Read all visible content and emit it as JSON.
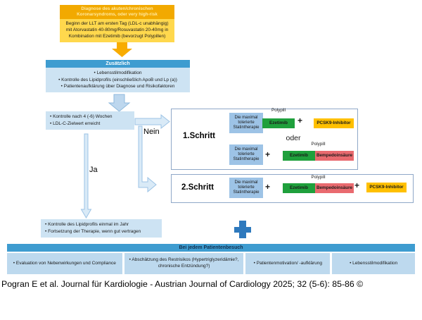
{
  "colors": {
    "orange_header": "#F2A900",
    "yellow_body": "#FFD84D",
    "blue_header": "#3E9CD0",
    "light_blue_body": "#CDE3F3",
    "cell_blue": "#BDD9EE",
    "statin_blue": "#9DC3E6",
    "ezetimib_green": "#1FA03C",
    "bempedo_salmon": "#E96A6F",
    "pcsk9_gold": "#FFC000",
    "plus_cross_blue": "#2E79BD"
  },
  "flow": {
    "top_box": {
      "header": "Diagnose des akuten/chronischen Koronarsyndroms, oder very high-risk",
      "body": "Beginn der LLT am ersten Tag (LDL-c unabhängig) mit Atorvastatin 40-80mg/Rosuvastatin 20-40mg in Kombination mit Ezetimib (bevorzugt Polypillen)"
    },
    "zusatzlich": {
      "header": "Zusätzlich",
      "items": [
        "Lebensstilmodifikation",
        "Kontrolle des Lipidprofils (einschließlich ApoB und Lp (a))",
        "Patientenaufklärung über Diagnose und Risikofaktoren"
      ]
    },
    "kontrolle": {
      "items": [
        "Kontrolle nach 4 (-6) Wochen",
        "LDL-C-Zielwert erreicht"
      ]
    },
    "labels": {
      "nein": "Nein",
      "ja": "Ja",
      "oder": "oder",
      "plus": "+",
      "polypill": "Polypill"
    },
    "steps": {
      "step1": "1.Schritt",
      "step2": "2.Schritt"
    },
    "drugs": {
      "statin": "Die maximal tolerierte Statintherapie",
      "ezetimib": "Ezetimib",
      "bempedoinsaeure": "Bempedoinsäure",
      "pcsk9": "PCSK9-Inhibitor"
    },
    "jahr": {
      "items": [
        "Kontrolle des Lipidprofils einmal im Jahr",
        "Fortsetzung der Therapie, wenn gut vertragen"
      ]
    },
    "besuch": {
      "header": "Bei jedem Patientenbesuch",
      "cells": [
        "Evaluation von Nebenwirkungen und Compliance",
        "Abschätzung des Restrisikos (Hypertriglyzeridämie?, chronische Entzündung?)",
        "Patientenmotivation/ -aufklärung",
        "Lebensstilmodifikation"
      ]
    }
  },
  "citation": "Pogran E et al. Journal für Kardiologie - Austrian Journal of Cardiology 2025; 32 (5-6): 85-86 ©"
}
